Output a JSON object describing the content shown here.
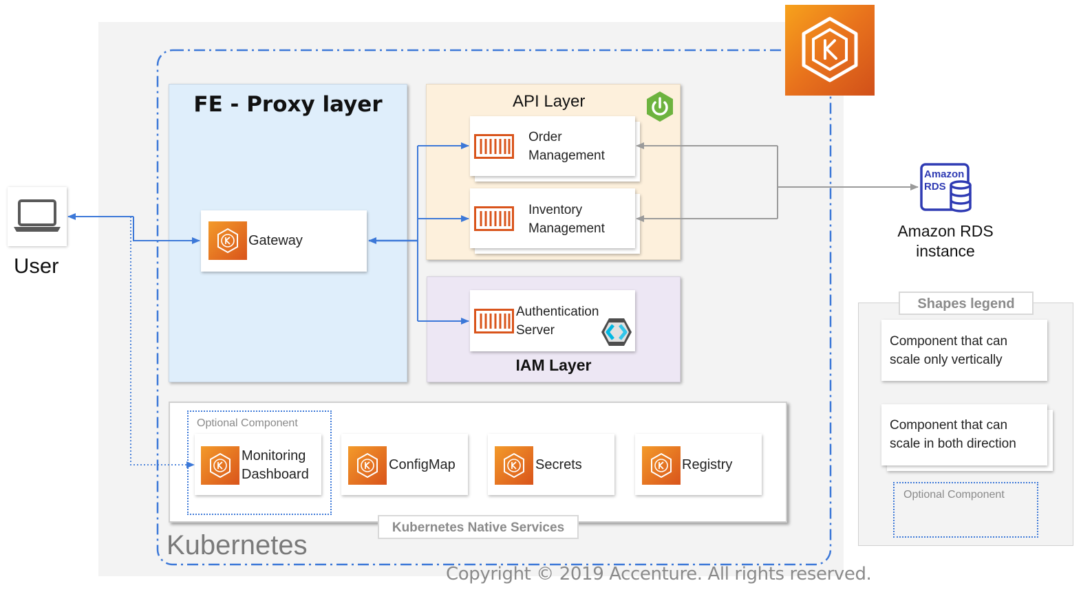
{
  "user": {
    "label": "User",
    "icon": "laptop-icon"
  },
  "kubernetes": {
    "label": "Kubernetes",
    "icon": "eks-kubernetes-icon"
  },
  "fe_proxy": {
    "title": "FE - Proxy layer",
    "gateway": "Gateway"
  },
  "api_layer": {
    "title": "API Layer",
    "icon": "spring-boot-icon",
    "order": "Order\nManagement",
    "inventory": "Inventory\nManagement"
  },
  "iam_layer": {
    "title": "IAM Layer",
    "auth": "Authentication\nServer",
    "icon": "keycloak-icon"
  },
  "native_services": {
    "title": "Kubernetes Native Services",
    "optional_label": "Optional Component",
    "monitoring": "Monitoring\nDashboard",
    "configmap": "ConfigMap",
    "secrets": "Secrets",
    "registry": "Registry"
  },
  "rds": {
    "icon_text": "Amazon\nRDS",
    "label": "Amazon RDS\ninstance"
  },
  "legend": {
    "title": "Shapes legend",
    "vertical": "Component that can\nscale only vertically",
    "both": "Component that can\nscale in both direction",
    "optional": "Optional Component"
  },
  "copyright": "Copyright © 2019 Accenture. All rights reserved.",
  "colors": {
    "arrow_blue": "#3c78d8",
    "arrow_gray": "#9a9a9a",
    "fe_bg": "#dfeefb",
    "api_bg": "#fdf0dc",
    "iam_bg": "#ede7f4",
    "k8s_bg": "#f3f3f3",
    "aws_orange": "#e8721c",
    "rds_blue": "#2e3ab3"
  }
}
